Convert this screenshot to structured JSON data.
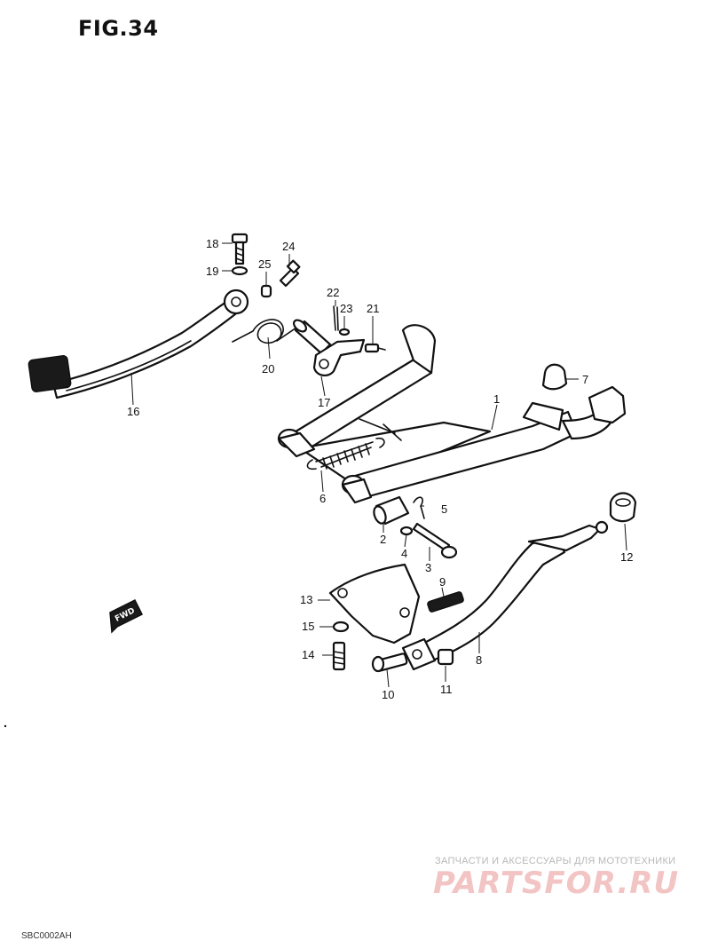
{
  "figure": {
    "title": "FIG.34"
  },
  "callouts": [
    "1",
    "2",
    "3",
    "4",
    "5",
    "6",
    "7",
    "8",
    "9",
    "10",
    "11",
    "12",
    "13",
    "14",
    "15",
    "16",
    "17",
    "18",
    "19",
    "20",
    "21",
    "22",
    "23",
    "24",
    "25"
  ],
  "direction_arrow": {
    "label": "FWD"
  },
  "watermark": {
    "subtitle": "ЗАПЧАСТИ И АКСЕССУАРЫ ДЛЯ МОТОТЕХНИКИ",
    "brand": "PARTSFOR.RU"
  },
  "footer": {
    "code": "SBC0002AH"
  }
}
